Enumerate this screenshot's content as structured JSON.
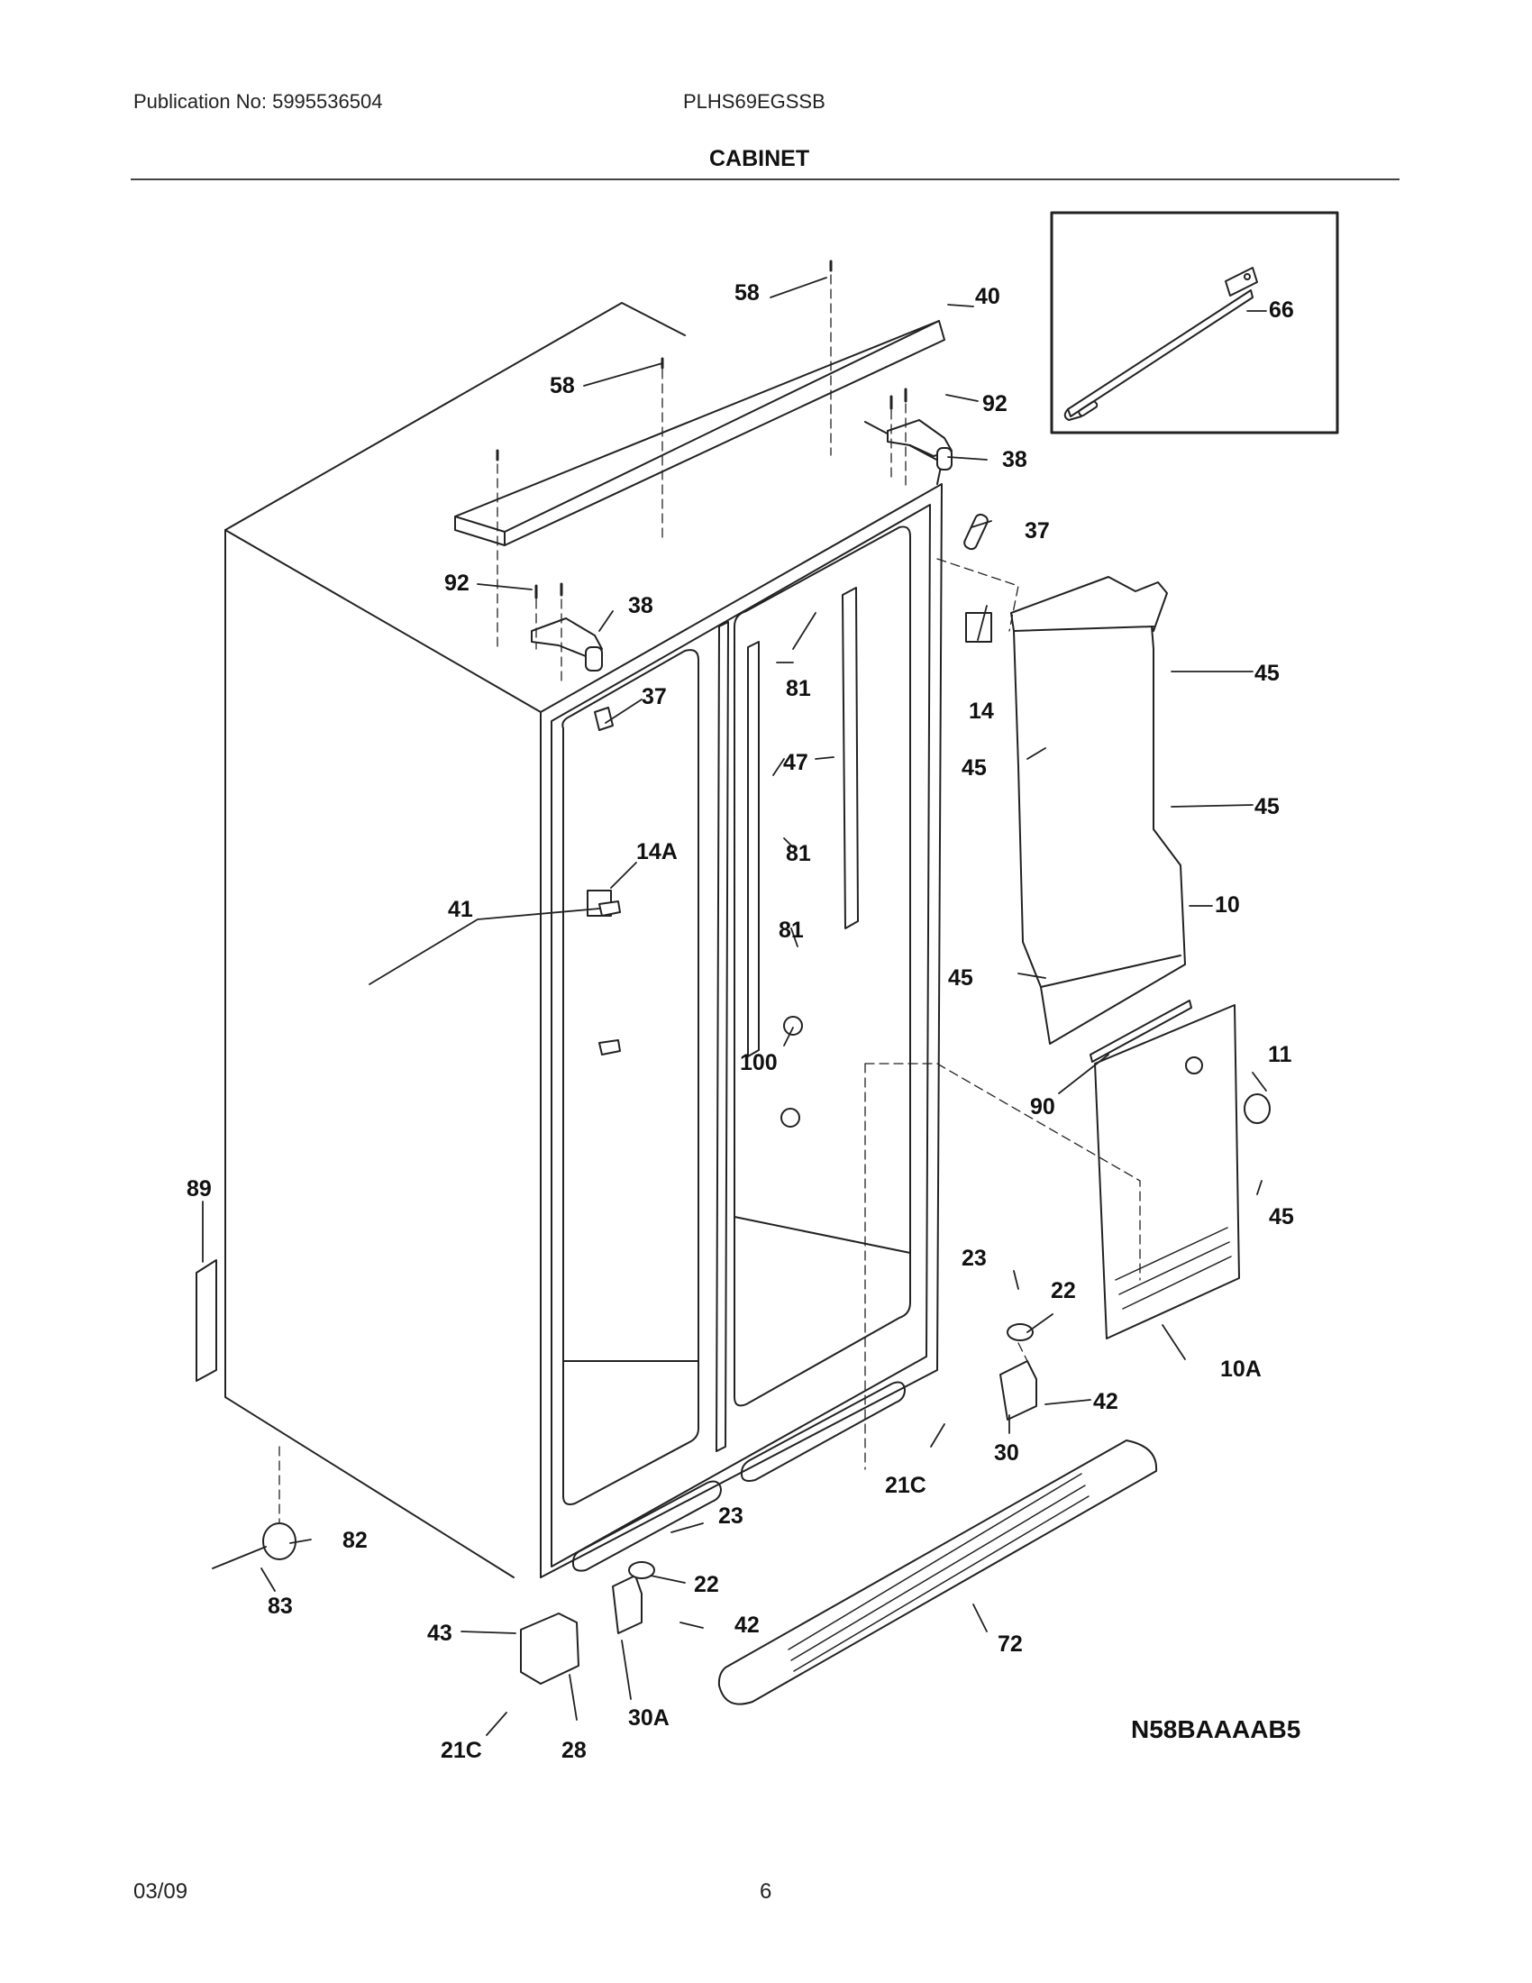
{
  "header": {
    "publication": "Publication No: 5995536504",
    "model": "PLHS69EGSSB",
    "section_title": "CABINET"
  },
  "diagram": {
    "code": "N58BAAAAB5",
    "callouts": [
      {
        "id": "c58a",
        "text": "58"
      },
      {
        "id": "c40",
        "text": "40"
      },
      {
        "id": "c66",
        "text": "66"
      },
      {
        "id": "c58b",
        "text": "58"
      },
      {
        "id": "c92a",
        "text": "92"
      },
      {
        "id": "c38a",
        "text": "38"
      },
      {
        "id": "c37a",
        "text": "37"
      },
      {
        "id": "c92b",
        "text": "92"
      },
      {
        "id": "c38b",
        "text": "38"
      },
      {
        "id": "c81a",
        "text": "81"
      },
      {
        "id": "c37b",
        "text": "37"
      },
      {
        "id": "c14",
        "text": "14"
      },
      {
        "id": "c45a",
        "text": "45"
      },
      {
        "id": "c47",
        "text": "47"
      },
      {
        "id": "c45b",
        "text": "45"
      },
      {
        "id": "c45c",
        "text": "45"
      },
      {
        "id": "c14a",
        "text": "14A"
      },
      {
        "id": "c81b",
        "text": "81"
      },
      {
        "id": "c41",
        "text": "41"
      },
      {
        "id": "c10",
        "text": "10"
      },
      {
        "id": "c81c",
        "text": "81"
      },
      {
        "id": "c45d",
        "text": "45"
      },
      {
        "id": "c100",
        "text": "100"
      },
      {
        "id": "c11",
        "text": "11"
      },
      {
        "id": "c90",
        "text": "90"
      },
      {
        "id": "c89",
        "text": "89"
      },
      {
        "id": "c45e",
        "text": "45"
      },
      {
        "id": "c23a",
        "text": "23"
      },
      {
        "id": "c22a",
        "text": "22"
      },
      {
        "id": "c10a",
        "text": "10A"
      },
      {
        "id": "c42a",
        "text": "42"
      },
      {
        "id": "c30",
        "text": "30"
      },
      {
        "id": "c21ca",
        "text": "21C"
      },
      {
        "id": "c23b",
        "text": "23"
      },
      {
        "id": "c82",
        "text": "82"
      },
      {
        "id": "c22b",
        "text": "22"
      },
      {
        "id": "c83",
        "text": "83"
      },
      {
        "id": "c42b",
        "text": "42"
      },
      {
        "id": "c43",
        "text": "43"
      },
      {
        "id": "c72",
        "text": "72"
      },
      {
        "id": "c30a",
        "text": "30A"
      },
      {
        "id": "c21cb",
        "text": "21C"
      },
      {
        "id": "c28",
        "text": "28"
      }
    ]
  },
  "footer": {
    "date": "03/09",
    "page": "6"
  }
}
